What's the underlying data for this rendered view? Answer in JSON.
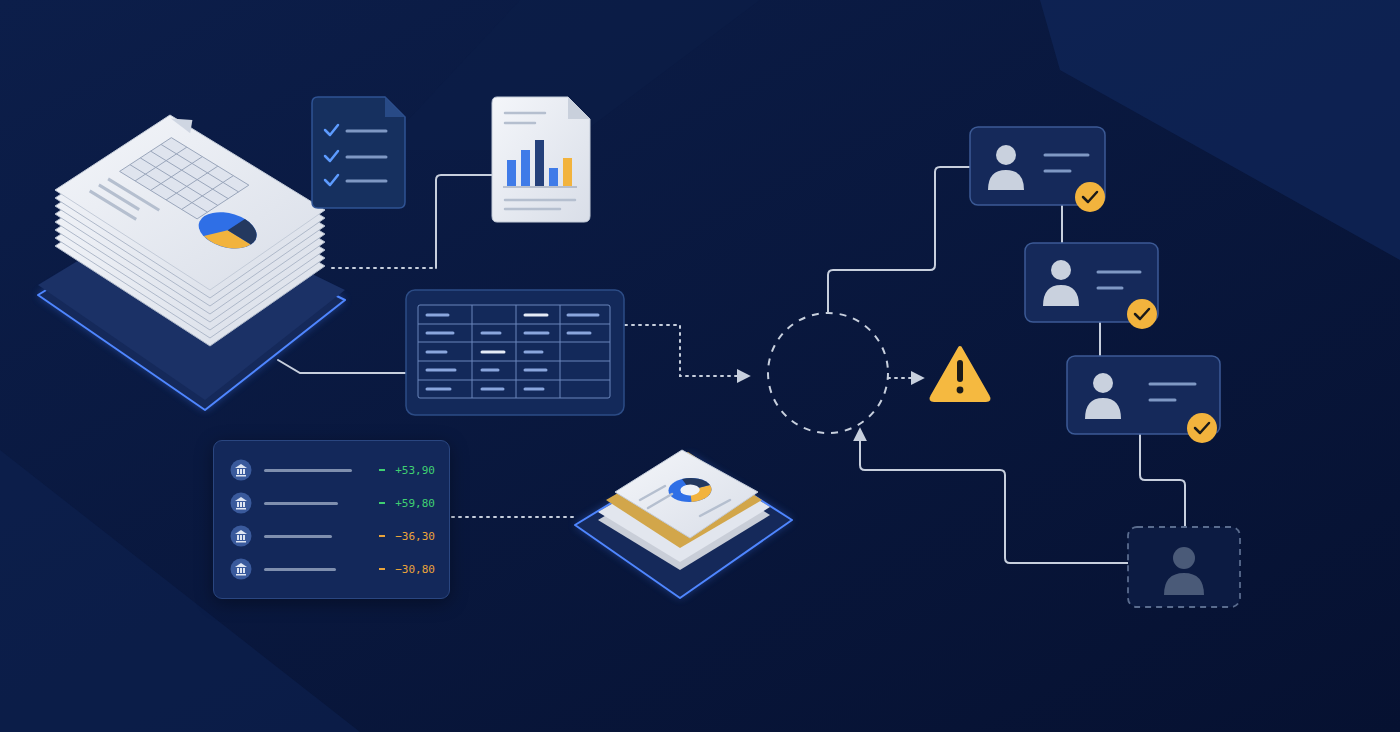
{
  "diagram": {
    "nodes": [
      {
        "text": [
          "+53,90",
          "+59,80",
          "−36,30",
          "−30,80"
        ]
      }
    ]
  }
}
